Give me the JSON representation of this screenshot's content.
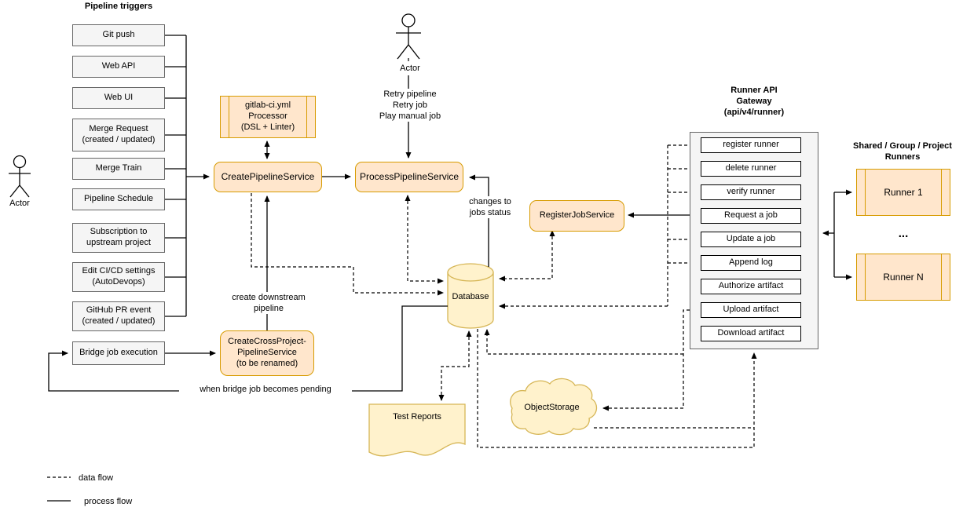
{
  "diagram": {
    "triggers": {
      "title": "Pipeline triggers",
      "items": [
        "Git push",
        "Web API",
        "Web UI",
        "Merge Request\n(created / updated)",
        "Merge Train",
        "Pipeline Schedule",
        "Subscription to\nupstream project",
        "Edit CI/CD settings\n(AutoDevops)",
        "GitHub PR event\n(created / updated)"
      ]
    },
    "bridge_job": "Bridge job execution",
    "actors": {
      "left": "Actor",
      "top": "Actor"
    },
    "top_actor_actions": "Retry pipeline\nRetry job\nPlay manual job",
    "services": {
      "processor": "gitlab-ci.yml\nProcessor\n(DSL + Linter)",
      "create_pipeline": "CreatePipelineService",
      "process_pipeline": "ProcessPipelineService",
      "register_job": "RegisterJobService",
      "create_cross_project": "CreateCrossProject-\nPipelineService\n(to be renamed)"
    },
    "database": "Database",
    "object_storage": "ObjectStorage",
    "test_reports": "Test Reports",
    "gateway": {
      "title": "Runner API\nGateway\n(api/v4/runner)",
      "endpoints": [
        "register runner",
        "delete runner",
        "verify runner",
        "Request a job",
        "Update a job",
        "Append log",
        "Authorize artifact",
        "Upload artifact",
        "Download artifact"
      ]
    },
    "runners": {
      "title": "Shared / Group / Project\nRunners",
      "items": [
        "Runner 1",
        "Runner N"
      ],
      "ellipsis": "..."
    },
    "edge_labels": {
      "create_downstream": "create downstream\npipeline",
      "bridge_pending": "when bridge job becomes pending",
      "changes_to_jobs": "changes to\njobs status"
    },
    "legend": {
      "data_flow": "data flow",
      "process_flow": "process flow"
    },
    "colors": {
      "orange_fill": "#ffe6cc",
      "orange_stroke": "#d79b00",
      "yellow_fill": "#fff2cc",
      "yellow_stroke": "#d6b656",
      "gray_fill": "#f5f5f5",
      "gray_stroke": "#666666"
    }
  }
}
